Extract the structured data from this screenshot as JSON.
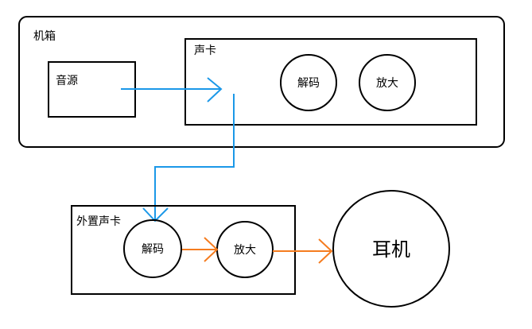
{
  "diagram": {
    "chassis": {
      "label": "机箱"
    },
    "audio_source": {
      "label": "音源"
    },
    "internal_sound_card": {
      "label": "声卡",
      "nodes": [
        {
          "label": "解码"
        },
        {
          "label": "放大"
        }
      ]
    },
    "external_sound_card": {
      "label": "外置声卡",
      "nodes": [
        {
          "label": "解码"
        },
        {
          "label": "放大"
        }
      ]
    },
    "headphones": {
      "label": "耳机"
    },
    "colors": {
      "signal_digital": "#1b98e8",
      "signal_analog": "#f57c1f",
      "stroke": "#000000"
    }
  }
}
